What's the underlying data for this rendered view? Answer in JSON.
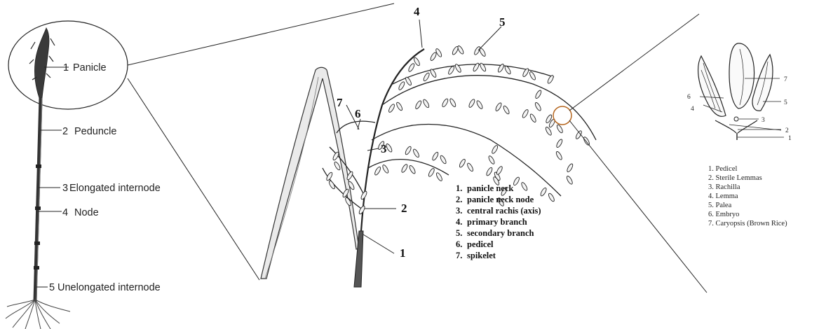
{
  "plant": {
    "labels": [
      "Panicle",
      "Peduncle",
      "Elongated internode",
      "Node",
      "Unelongated internode"
    ],
    "numbers": [
      "1",
      "2",
      "3",
      "4",
      "5"
    ]
  },
  "panicle": {
    "callout_numbers": [
      "1",
      "2",
      "3",
      "4",
      "5",
      "6",
      "7"
    ],
    "legend": [
      {
        "num": "1.",
        "text": "panicle neck"
      },
      {
        "num": "2.",
        "text": "panicle neck node"
      },
      {
        "num": "3.",
        "text": "central rachis (axis)"
      },
      {
        "num": "4.",
        "text": "primary branch"
      },
      {
        "num": "5.",
        "text": "secondary branch"
      },
      {
        "num": "6.",
        "text": "pedicel"
      },
      {
        "num": "7.",
        "text": "spikelet"
      }
    ]
  },
  "spikelet": {
    "callout_numbers": [
      "1",
      "2",
      "3",
      "4",
      "5",
      "6",
      "7"
    ],
    "legend": [
      "1. Pedicel",
      "2. Sterile Lemmas",
      "3. Rachilla",
      "4. Lemma",
      "5. Palea",
      "6. Embryo",
      "7. Caryopsis (Brown Rice)"
    ]
  },
  "colors": {
    "ink": "#222222",
    "highlight_circle": "#b5651d"
  }
}
